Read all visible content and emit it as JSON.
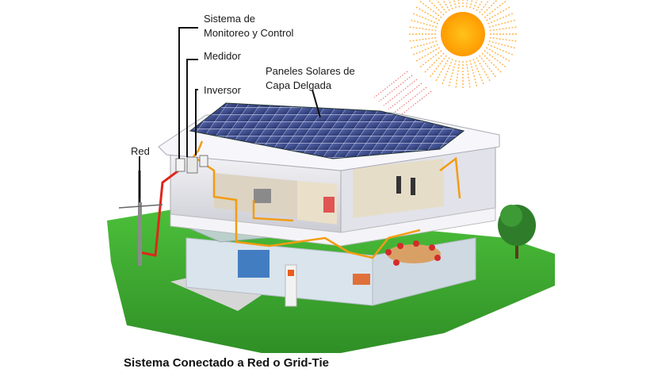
{
  "labels": {
    "monitoring_line1": "Sistema de",
    "monitoring_line2": "Monitoreo y Control",
    "meter": "Medidor",
    "inverter": "Inversor",
    "panels_line1": "Paneles Solares de",
    "panels_line2": "Capa Delgada",
    "grid": "Red"
  },
  "caption": "Sistema Conectado a Red o Grid-Tie",
  "colors": {
    "sun": "#ffa500",
    "sun_rays": "#ffb347",
    "grass": "#3aa82e",
    "panel": "#3c4d8f",
    "grid_cable": "#e0261b",
    "dc_cable": "#f39c12",
    "walls": "#e8e8ee",
    "leader_line": "#111111"
  }
}
